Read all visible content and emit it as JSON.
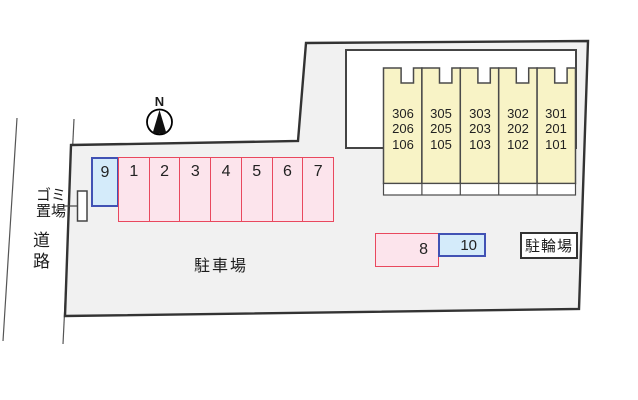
{
  "compass": {
    "label": "N"
  },
  "labels": {
    "garbage_area": "ゴミ置場",
    "road": "道路",
    "parking_lot": "駐車場",
    "bicycle_parking": "駐輪場"
  },
  "parking": {
    "row_spaces": [
      {
        "number": "9",
        "color": "blue"
      },
      {
        "number": "1",
        "color": "pink"
      },
      {
        "number": "2",
        "color": "pink"
      },
      {
        "number": "3",
        "color": "pink"
      },
      {
        "number": "4",
        "color": "pink"
      },
      {
        "number": "5",
        "color": "pink"
      },
      {
        "number": "6",
        "color": "pink"
      },
      {
        "number": "7",
        "color": "pink"
      }
    ],
    "island_spaces": [
      {
        "number": "8",
        "color": "pink"
      },
      {
        "number": "10",
        "color": "blue"
      }
    ]
  },
  "building": {
    "units": [
      {
        "rooms": [
          "306",
          "206",
          "106"
        ]
      },
      {
        "rooms": [
          "305",
          "205",
          "105"
        ]
      },
      {
        "rooms": [
          "303",
          "203",
          "103"
        ]
      },
      {
        "rooms": [
          "302",
          "202",
          "102"
        ]
      },
      {
        "rooms": [
          "301",
          "201",
          "101"
        ]
      }
    ]
  },
  "colors": {
    "pink_fill": "#fce4ec",
    "pink_border": "#e9485e",
    "blue_fill": "#d4ebfa",
    "blue_border": "#4152b4",
    "yellow_fill": "#f8f3c6",
    "site_fill": "#f1f1f1",
    "outline": "#333333"
  }
}
